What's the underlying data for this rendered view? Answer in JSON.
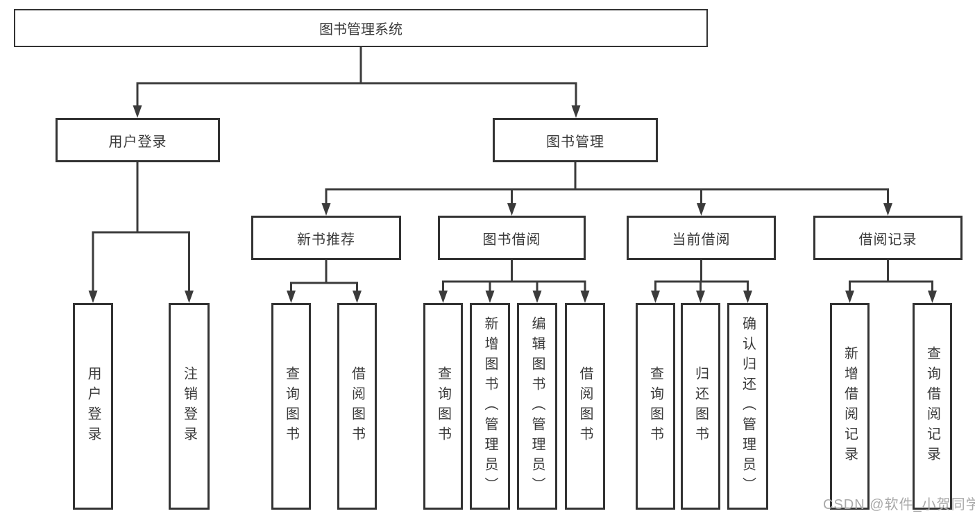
{
  "diagram": {
    "root": "图书管理系统",
    "level2": [
      "用户登录",
      "图书管理"
    ],
    "level3": [
      "新书推荐",
      "图书借阅",
      "当前借阅",
      "借阅记录"
    ],
    "leaves": {
      "user_login": [
        "用户登录",
        "注销登录"
      ],
      "new_book_recommend": [
        "查询图书",
        "借阅图书"
      ],
      "book_borrow": [
        "查询图书",
        "新增图书（管理员）",
        "编辑图书（管理员）",
        "借阅图书"
      ],
      "current_borrow": [
        "查询图书",
        "归还图书",
        "确认归还（管理员）"
      ],
      "borrow_records": [
        "新增借阅记录",
        "查询借阅记录"
      ]
    },
    "colors": {
      "line": "#3b3b3b",
      "box_border": "#333333",
      "text": "#3a3a3a",
      "watermark": "#a9a9a9",
      "background": "#ffffff"
    },
    "watermark": "CSDN @软件_小贺同学"
  }
}
